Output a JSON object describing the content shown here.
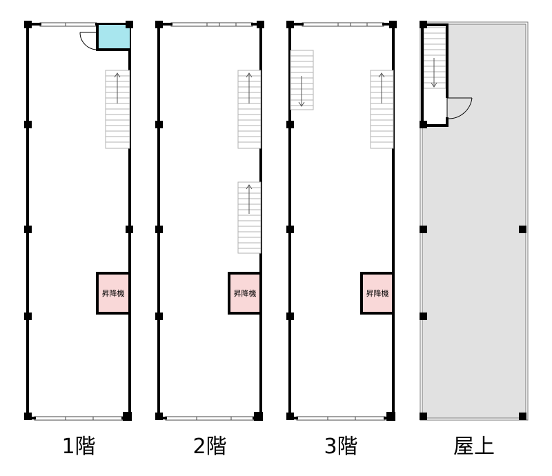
{
  "floors": [
    {
      "label": "1階",
      "elevator": "昇降機"
    },
    {
      "label": "2階",
      "elevator": "昇降機"
    },
    {
      "label": "3階",
      "elevator": "昇降機"
    },
    {
      "label": "屋上"
    }
  ],
  "colors": {
    "wall": "#000000",
    "elevator_fill": "#f9d8d8",
    "wc_fill": "#a8e6ee",
    "roof_fill": "#e1e1e1",
    "stair_line": "#b0b0b0"
  }
}
